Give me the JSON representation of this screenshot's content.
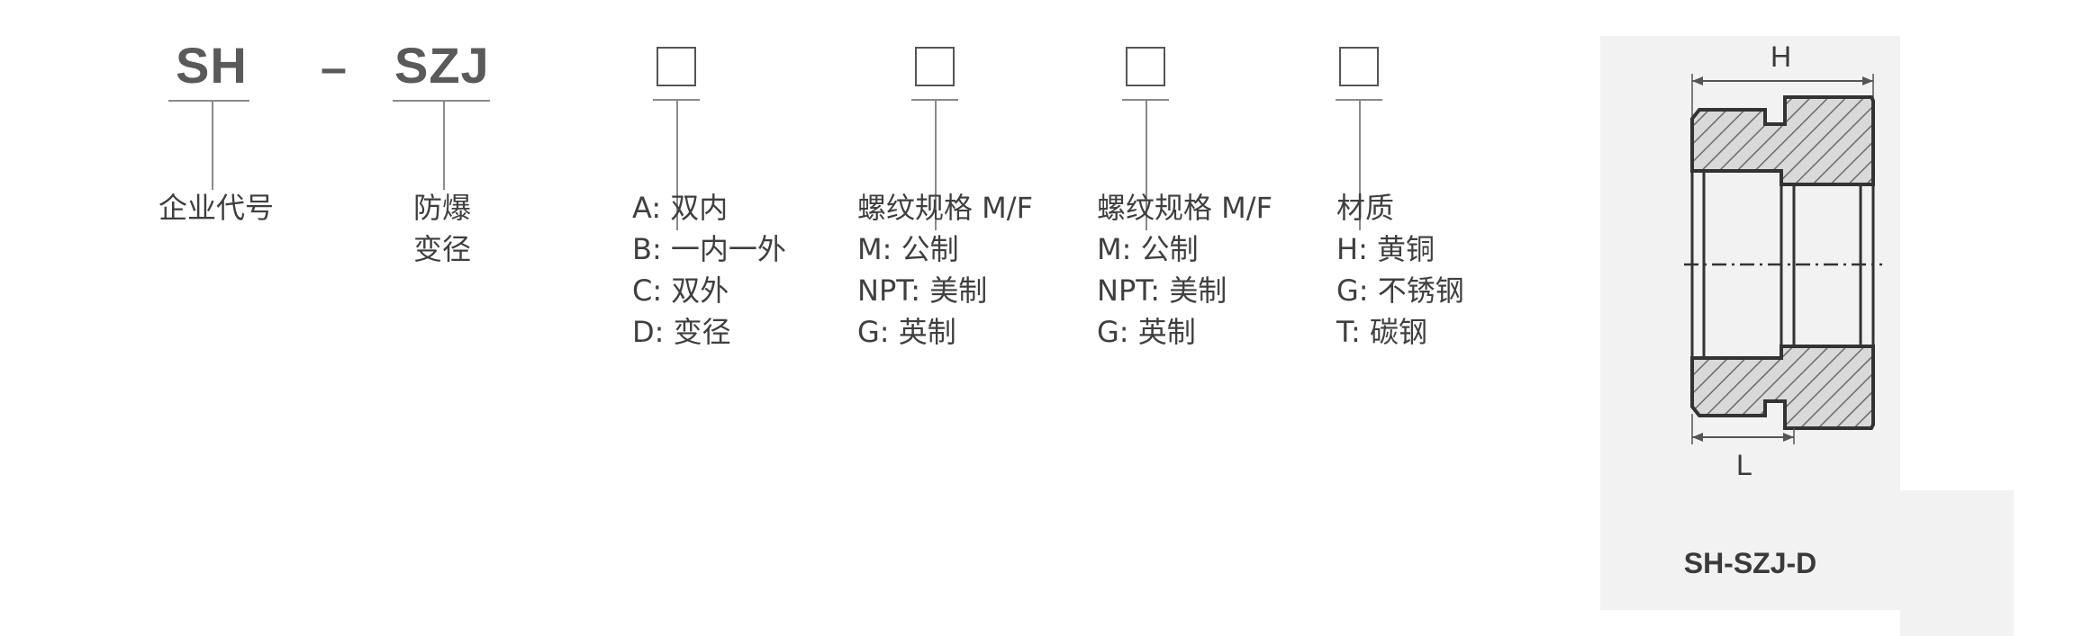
{
  "code_parts": {
    "company": "SH",
    "dash": "–",
    "type": "SZJ"
  },
  "segments": [
    {
      "id": "company",
      "lines": [
        "企业代号"
      ]
    },
    {
      "id": "type",
      "lines": [
        "防爆",
        "变径"
      ]
    },
    {
      "id": "form",
      "lines": [
        "A: 双内",
        "B: 一内一外",
        "C: 双外",
        "D: 变径"
      ]
    },
    {
      "id": "thread1",
      "lines": [
        "螺纹规格 M/F",
        "M: 公制",
        "NPT: 美制",
        "G: 英制"
      ]
    },
    {
      "id": "thread2",
      "lines": [
        "螺纹规格 M/F",
        "M: 公制",
        "NPT: 美制",
        "G: 英制"
      ]
    },
    {
      "id": "material",
      "lines": [
        "材质",
        "H: 黄铜",
        "G: 不锈钢",
        "T: 碳钢"
      ]
    }
  ],
  "drawing": {
    "dim_h": "H",
    "dim_l": "L",
    "caption": "SH-SZJ-D"
  },
  "colors": {
    "panel_bg": "#f2f2f2",
    "text": "#3f3f3f",
    "code": "#5a5a5a",
    "hatch": "#666666"
  }
}
